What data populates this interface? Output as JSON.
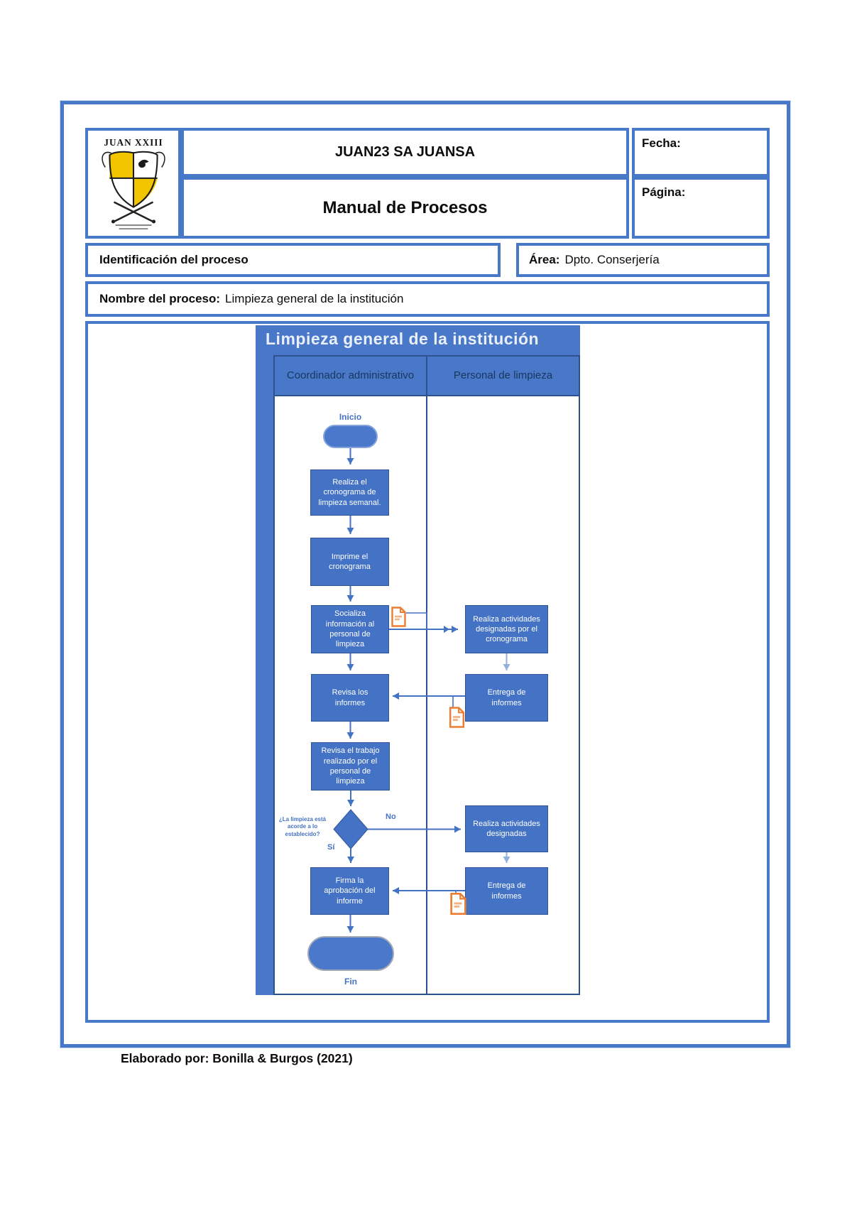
{
  "header": {
    "logo_text": "JUAN XXIII",
    "company": "JUAN23 SA JUANSA",
    "doc_title": "Manual de Procesos",
    "fecha_label": "Fecha:",
    "pagina_label": "Página:",
    "identificacion_label": "Identificación del proceso",
    "area_label": "Área:",
    "area_value": "Dpto. Conserjería",
    "nombre_label": "Nombre del proceso:",
    "nombre_value": "Limpieza general de la institución"
  },
  "diagram": {
    "title": "Limpieza general de la institución",
    "lanes": [
      {
        "label": "Coordinador administrativo"
      },
      {
        "label": "Personal de limpieza"
      }
    ],
    "nodes": {
      "start_label": "Inicio",
      "step1": "Realiza el cronograma de limpieza semanal.",
      "step2": "Imprime el cronograma",
      "step3": "Socializa información al personal de limpieza",
      "step4": "Revisa los informes",
      "step5": "Revisa el trabajo realizado por el personal de limpieza",
      "decision": "¿La limpieza está acorde a lo establecido?",
      "yes_label": "Sí",
      "no_label": "No",
      "step6": "Firma la aprobación del informe",
      "right1": "Realiza actividades designadas por el cronograma",
      "right2": "Entrega de informes",
      "right3": "Realiza actividades designadas",
      "right4": "Entrega de informes",
      "end_label": "Fin"
    }
  },
  "footer": {
    "text": "Elaborado por: Bonilla & Burgos (2021)"
  },
  "colors": {
    "accent_blue": "#4472C4",
    "dark_blue": "#2F5597",
    "icon_orange": "#ED7D31",
    "logo_yellow": "#F2C500"
  }
}
